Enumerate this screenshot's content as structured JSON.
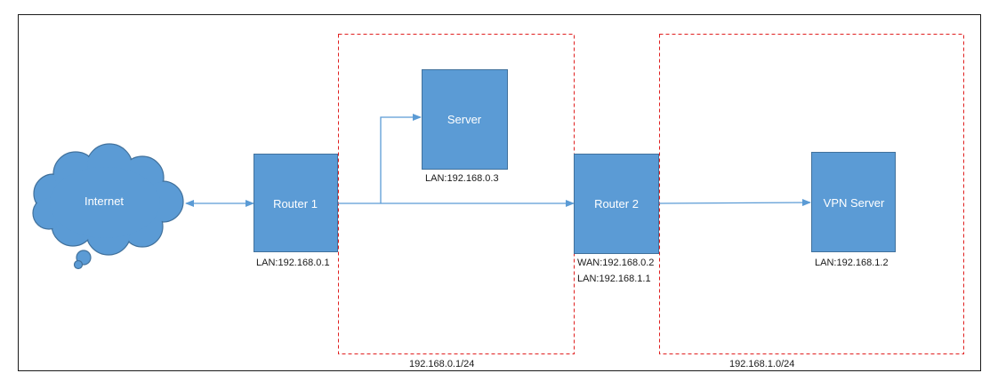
{
  "nodes": {
    "internet": "Internet",
    "router1": "Router 1",
    "server": "Server",
    "router2": "Router 2",
    "vpn_server": "VPN Server"
  },
  "addresses": {
    "router1_lan": "LAN:192.168.0.1",
    "server_lan": "LAN:192.168.0.3",
    "router2_wan": "WAN:192.168.0.2",
    "router2_lan": "LAN:192.168.1.1",
    "vpn_lan": "LAN:192.168.1.2"
  },
  "subnets": {
    "subnet1": "192.168.0.1/24",
    "subnet2": "192.168.1.0/24"
  },
  "colors": {
    "node_fill": "#5b9bd5",
    "node_stroke": "#41719c",
    "zone_border": "#e02020",
    "link": "#5b9bd5"
  }
}
